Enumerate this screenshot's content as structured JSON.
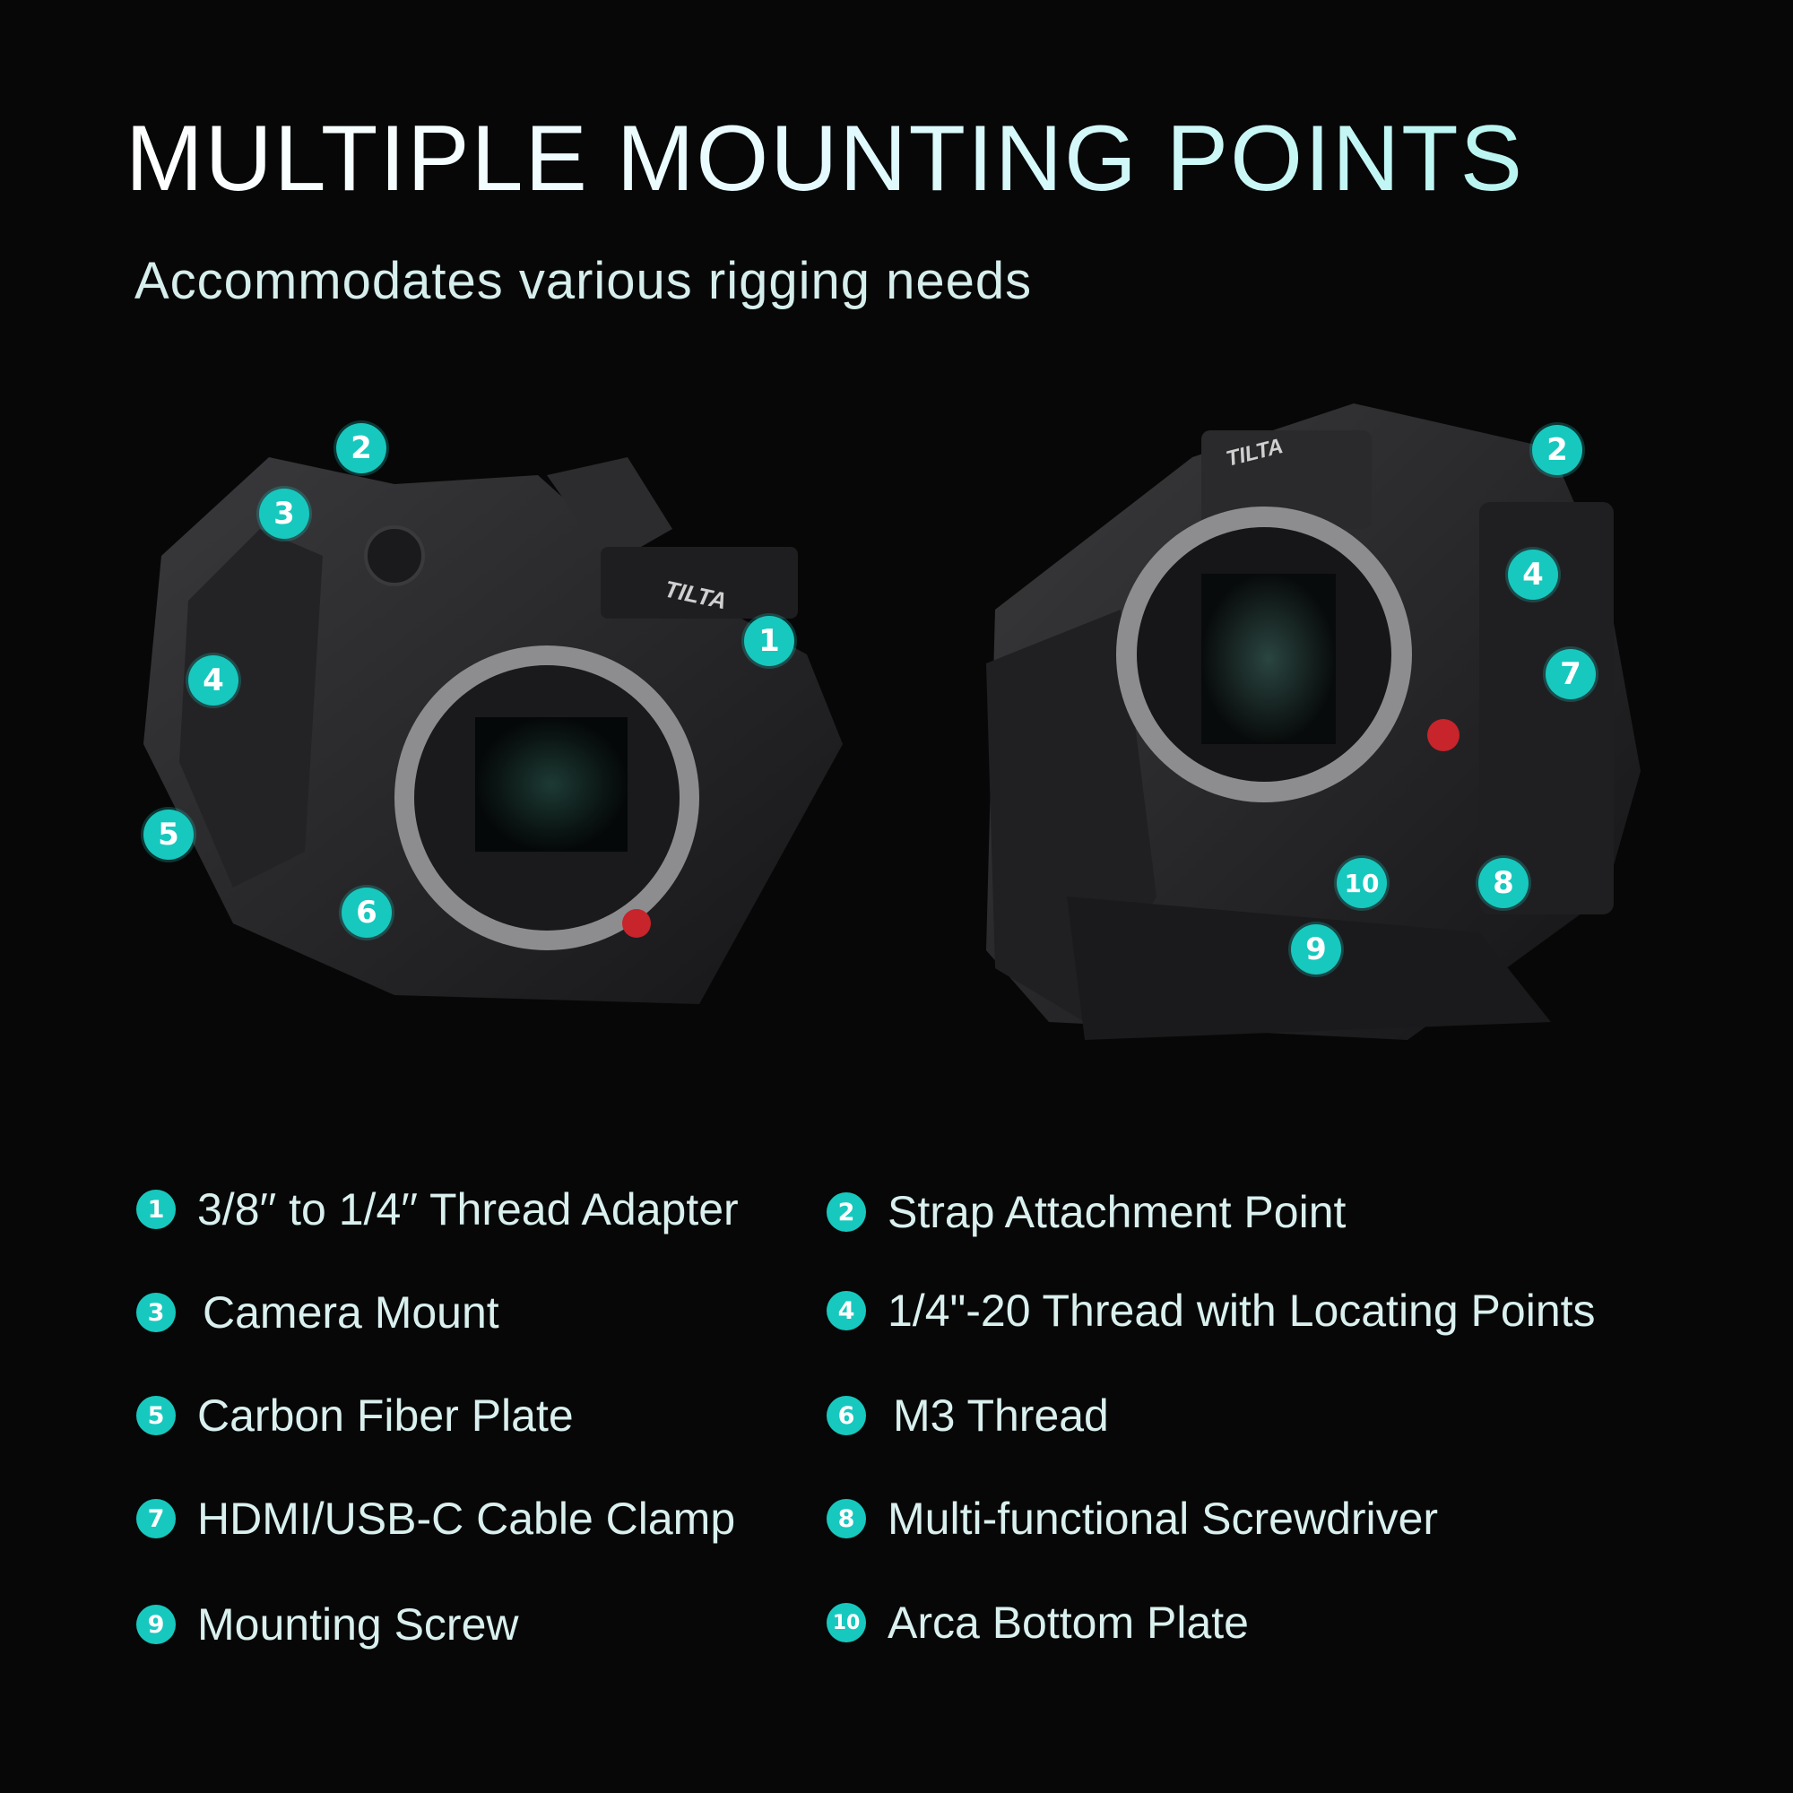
{
  "header": {
    "title": "MULTIPLE MOUNTING POINTS",
    "subtitle": "Accommodates various rigging needs"
  },
  "colors": {
    "background": "#070707",
    "accent": "#17c8be",
    "text": "#d9f0ee"
  },
  "photos": {
    "left": {
      "icon": "camera-cage-front-icon",
      "brand": "TILTA"
    },
    "right": {
      "icon": "camera-cage-angle-icon",
      "brand": "TILTA"
    }
  },
  "markers_left": [
    "1",
    "2",
    "3",
    "4",
    "5",
    "6"
  ],
  "markers_right": [
    "2",
    "4",
    "7",
    "8",
    "9",
    "10"
  ],
  "legend": [
    {
      "num": "1",
      "label": "3/8′′ to 1/4′′ Thread Adapter"
    },
    {
      "num": "2",
      "label": "Strap Attachment Point"
    },
    {
      "num": "3",
      "label": "Camera Mount"
    },
    {
      "num": "4",
      "label": "1/4\"-20 Thread with Locating Points"
    },
    {
      "num": "5",
      "label": "Carbon Fiber Plate"
    },
    {
      "num": "6",
      "label": "M3 Thread"
    },
    {
      "num": "7",
      "label": "HDMI/USB-C Cable Clamp"
    },
    {
      "num": "8",
      "label": "Multi-functional Screwdriver"
    },
    {
      "num": "9",
      "label": "Mounting Screw"
    },
    {
      "num": "10",
      "label": "Arca Bottom Plate"
    }
  ]
}
